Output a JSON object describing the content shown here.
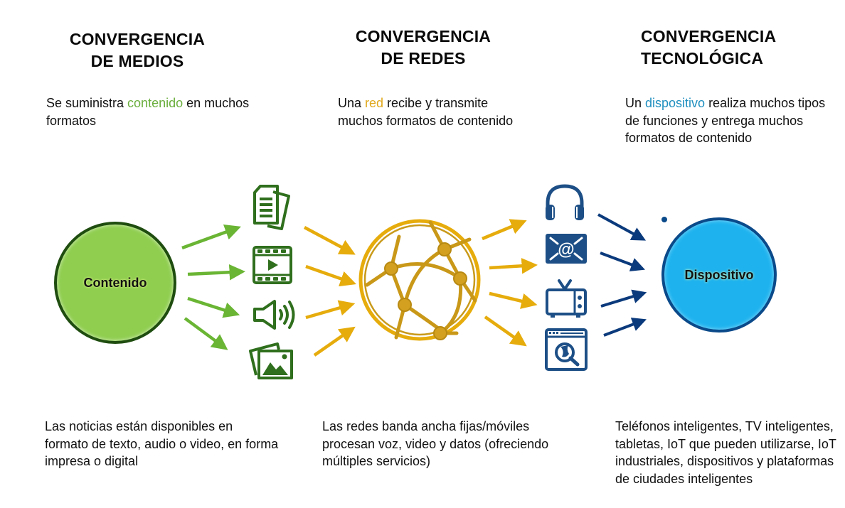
{
  "columns": [
    {
      "id": "medios",
      "title_line1": "CONVERGENCIA",
      "title_line2": "DE MEDIOS",
      "desc_pre": "Se suministra ",
      "desc_highlight": "contenido",
      "desc_post": " en muchos formatos",
      "highlight_color": "#6aae3d",
      "footer": "Las noticias están disponibles en formato de texto, audio o video, en forma impresa o digital"
    },
    {
      "id": "redes",
      "title_line1": "CONVERGENCIA",
      "title_line2": "DE REDES",
      "desc_pre": "Una ",
      "desc_highlight": "red",
      "desc_post": " recibe y transmite muchos formatos de contenido",
      "highlight_color": "#e0a81c",
      "footer": "Las redes banda ancha fijas/móviles procesan voz, video y datos (ofreciendo múltiples servicios)"
    },
    {
      "id": "tecnologica",
      "title_line1": "CONVERGENCIA",
      "title_line2": "TECNOLÓGICA",
      "desc_pre": "Un ",
      "desc_highlight": "dispositivo",
      "desc_post": " realiza muchos tipos de funciones y entrega muchos formatos de contenido",
      "highlight_color": "#1f8fbf",
      "footer": "Teléfonos inteligentes, TV inteligentes, tabletas, IoT que pueden utilizarse, IoT industriales, dispositivos y plataformas de ciudades inteligentes"
    }
  ],
  "nodes": {
    "content": {
      "label": "Contenido",
      "color": "#8fce4f",
      "border": "#1f4d10"
    },
    "network": {
      "icon": "globe-network-icon",
      "color": "#e0a81c"
    },
    "device": {
      "label": "Dispositivo",
      "color": "#1eb3ef",
      "border": "#0b4a8a"
    }
  },
  "media_icons": [
    "document-icon",
    "video-film-icon",
    "speaker-audio-icon",
    "image-gallery-icon"
  ],
  "device_icons": [
    "headphones-icon",
    "email-at-icon",
    "television-icon",
    "browser-globe-search-icon"
  ],
  "colors": {
    "green_arrow": "#6ab534",
    "gold_arrow": "#e6ac0c",
    "navy_arrow": "#0b3a7c",
    "media_icon": "#2f6f1d",
    "device_icon": "#1d4f86"
  }
}
